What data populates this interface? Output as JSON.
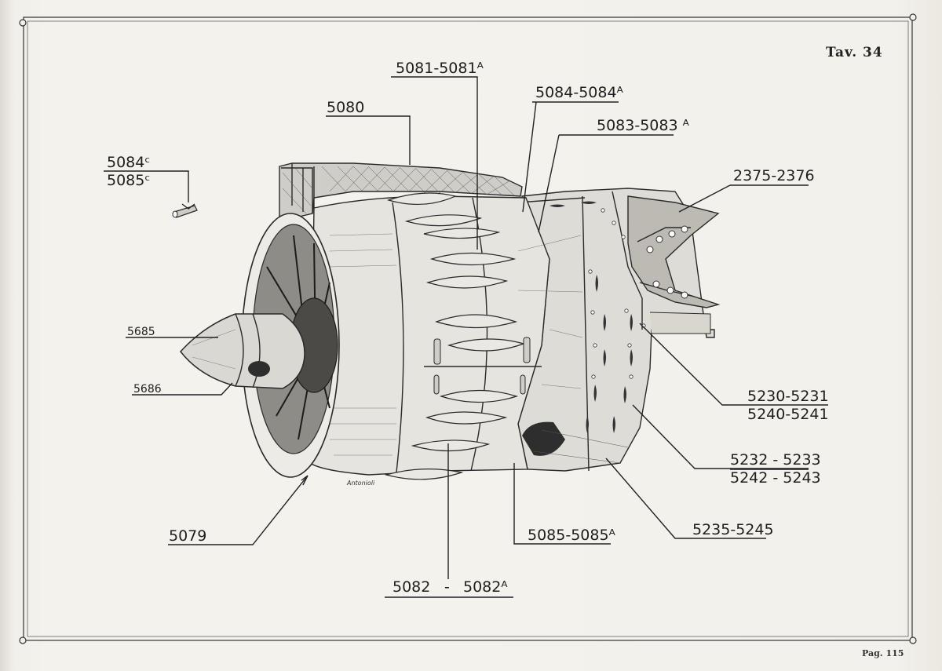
{
  "plate": {
    "title": "Tav. 34",
    "page": "Pag. 115",
    "artist_signature": "Antonioli"
  },
  "colors": {
    "paper": "#f3f1eb",
    "ink": "#222222"
  },
  "callouts": [
    {
      "id": "5081-5081A",
      "text": "5081-5081ᴬ"
    },
    {
      "id": "5084-5084A",
      "text": "5084-5084ᴬ"
    },
    {
      "id": "5080",
      "text": "5080"
    },
    {
      "id": "5083-5083A",
      "text": "5083-5083 ᴬ"
    },
    {
      "id": "5084C",
      "text": "5084ᶜ"
    },
    {
      "id": "5085C",
      "text": "5085ᶜ"
    },
    {
      "id": "2375-2376",
      "text": "2375-2376"
    },
    {
      "id": "5685",
      "text": "5685"
    },
    {
      "id": "5686",
      "text": "5686"
    },
    {
      "id": "5230-5231",
      "text": "5230-5231"
    },
    {
      "id": "5240-5241",
      "text": "5240-5241"
    },
    {
      "id": "5232-5233",
      "text": "5232 - 5233"
    },
    {
      "id": "5242-5243",
      "text": "5242 - 5243"
    },
    {
      "id": "5235-5245",
      "text": "5235-5245"
    },
    {
      "id": "5079",
      "text": "5079"
    },
    {
      "id": "5085-5085A",
      "text": "5085-5085ᴬ"
    },
    {
      "id": "5082",
      "text": "5082"
    },
    {
      "id": "5082-dash",
      "text": "-"
    },
    {
      "id": "5082A",
      "text": "5082ᴬ"
    }
  ]
}
